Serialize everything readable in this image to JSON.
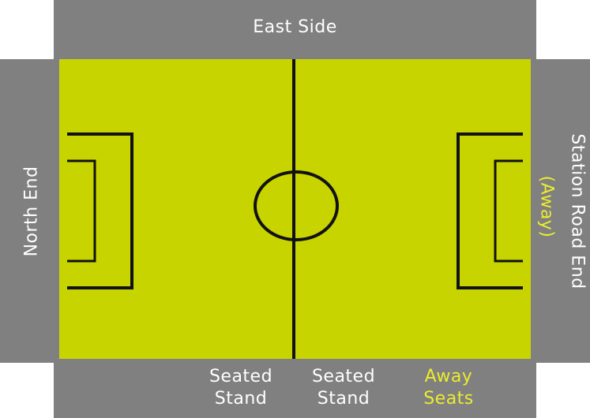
{
  "stands": {
    "east": "East Side",
    "north": "North End",
    "station": "Station Road End",
    "station_note": "(Away)",
    "south_blocks": [
      {
        "line1": "Seated",
        "line2": "Stand"
      },
      {
        "line1": "Seated",
        "line2": "Stand"
      },
      {
        "line1": "Away",
        "line2": "Seats"
      }
    ]
  },
  "colors": {
    "pitch": "#c8d400",
    "stand": "#808080",
    "away_text": "#ecec2e",
    "stand_text": "#ffffff",
    "pitch_lines": "#111111"
  }
}
